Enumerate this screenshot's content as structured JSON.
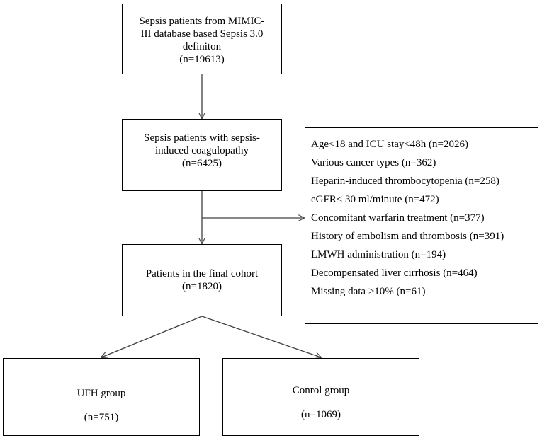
{
  "boxes": {
    "source": [
      "Sepsis patients from MIMIC-",
      "III database based Sepsis 3.0",
      "definiton",
      "(n=19613)"
    ],
    "sic": [
      "Sepsis patients with sepsis-",
      "induced coagulopathy",
      "(n=6425)"
    ],
    "final": [
      "Patients in the final cohort",
      "(n=1820)"
    ],
    "ufh": [
      "UFH group",
      "(n=751)"
    ],
    "control": [
      "Conrol group",
      "(n=1069)"
    ]
  },
  "exclusions": [
    "Age<18 and ICU stay<48h (n=2026)",
    "Various cancer types (n=362)",
    "Heparin-induced thrombocytopenia  (n=258)",
    "eGFR< 30 ml/minute (n=472)",
    "Concomitant warfarin treatment (n=377)",
    "History of embolism and thrombosis (n=391)",
    "LMWH administration (n=194)",
    "Decompensated liver cirrhosis (n=464)",
    "Missing data >10% (n=61)"
  ]
}
